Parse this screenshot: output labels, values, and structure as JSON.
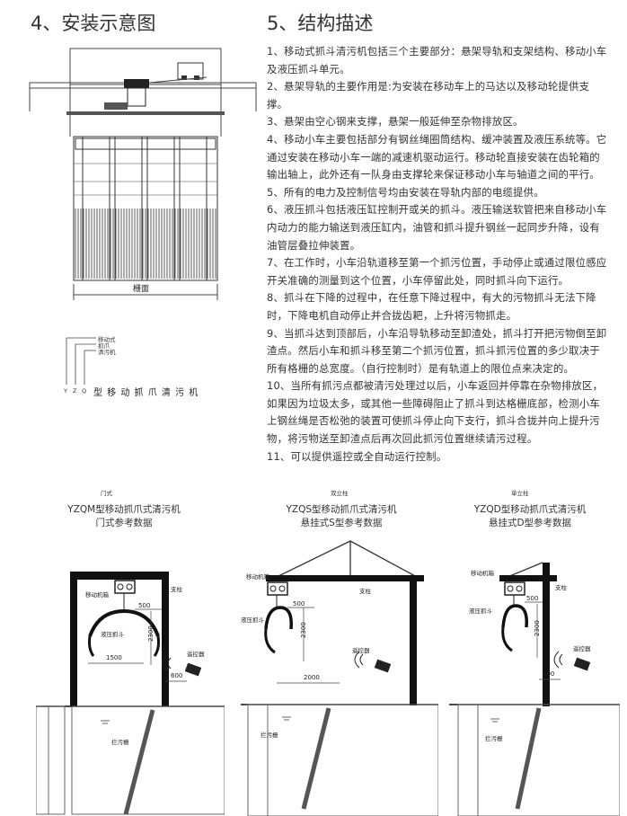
{
  "headings": {
    "install": "4、安装示意图",
    "structure": "5、结构描述"
  },
  "paragraphs": [
    "1、移动式抓斗清污机包括三个主要部分：悬架导轨和支架结构、移动小车及液压抓斗单元。",
    "2、悬架导轨的主要作用是:为安装在移动车上的马达以及移动轮提供支撑。",
    "3、悬架由空心钢来支撑，悬架一般延伸至杂物排放区。",
    "4、移动小车主要包括部分有钢丝绳圈筒结构、缓冲装置及液压系统等。它通过安装在移动小车一端的减速机驱动运行。移动轮直接安装在齿轮箱的输出轴上，此外还有一队身由支撑轮来保证移动小车与轴道之间的平行。",
    "5、所有的电力及控制信号均由安装在导轨内部的电缆提供。",
    "6、液压抓斗包括液压缸控制开或关的抓斗。液压输送软管把来自移动小车内动力的能力输送到液压缸内，油管和抓斗提升钢丝一起同步升降，设有油管层叠拉伸装置。",
    "7、在工作时，小车沿轨道移至第一个抓污位置，手动停止或通过限位感应开关准确的测量到这个位置，小车停留此处，同时抓斗向下运行。",
    "8、抓斗在下降的过程中，在任意下降过程中，有大的污物抓斗无法下降时，下降电机自动停止并合拢齿耙，上升将污物抓走。",
    "9、当抓斗达到顶部后，小车沿导轨移动至卸渣处，抓斗打开把污物倒至卸渣点。然后小车和抓斗移至第二个抓污位置，抓斗抓污位置的多少取决于所有格栅的总宽度。（自行控制时）是有轨道上的限位点来决定的。",
    "10、当所有抓污点都被清污处理过以后，小车返回并停靠在杂物排放区，如果因为垃圾太多，或其他一些障碍阻止了抓斗到达格栅底部，检测小车上钢丝绳是否松弛的装置可使抓斗停止向下支行，抓斗合拢并向上提升污物，将污物送至卸渣点后再次回此抓污位置继续请污过程。",
    "11、可以提供遥控或全自动运行控制。"
  ],
  "install_diagram": {
    "width_label": "栅面"
  },
  "model_code": {
    "labels": [
      "移动式",
      "抓爪",
      "清污机"
    ],
    "letters": [
      "Y",
      "Z",
      "Q"
    ],
    "title": "型 移 动 抓 爪 清 污 机"
  },
  "diagrams": [
    {
      "tag": "门式",
      "caption1": "YZQM型移动抓爪式清污机",
      "caption2": "门式参考数据",
      "box": "移动机箱",
      "grab": "液压抓斗",
      "col": "支柱",
      "remote": "遥控器",
      "d500": "500",
      "d2300": "2300",
      "d1500": "1500",
      "d600": "600"
    },
    {
      "tag": "双立柱",
      "caption1": "YZQS型移动抓爪式清污机",
      "caption2": "悬挂式S型参考数据",
      "box": "移动机箱",
      "grab": "液压抓斗",
      "col": "支柱",
      "remote": "遥控器",
      "rack": "拦污栅",
      "d500": "500",
      "d2300": "2300",
      "d2000": "2000"
    },
    {
      "tag": "单立柱",
      "caption1": "YZQD型移动抓爪式清污机",
      "caption2": "悬挂式D型参考数据",
      "box": "移动机箱",
      "grab": "液压抓斗",
      "col": "支柱",
      "remote": "遥控器",
      "rack": "拦污栅",
      "d500": "500",
      "d2300": "2300",
      "d600": "600"
    }
  ],
  "rack_label_1": "拦污栅"
}
